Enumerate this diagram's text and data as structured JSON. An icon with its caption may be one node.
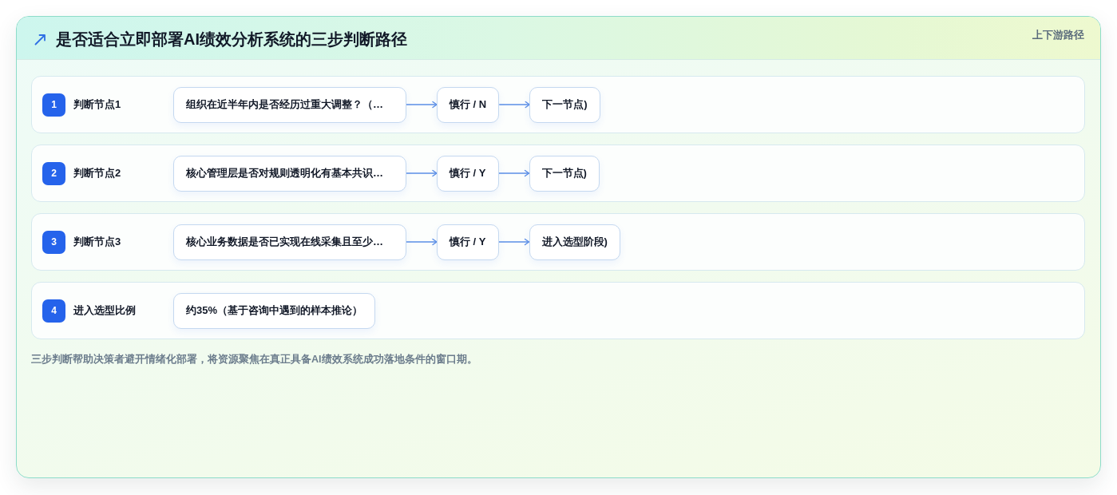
{
  "diagram": {
    "title": "是否适合立即部署AI绩效分析系统的三步判断路径",
    "caption": "三步判断帮助决策者避开情绪化部署，将资源聚焦在真正具备AI绩效系统成功落地条件的窗口期。",
    "nodes": [
      {
        "text": [
          "判断节点1"
        ]
      },
      {
        "text": [
          "1"
        ],
        "in": 0
      },
      {
        "text": [
          "组织在近半年内是否经历过重大调整？（…"
        ],
        "in": 0
      },
      {
        "text": [
          "慎行 / N"
        ],
        "in": 0
      },
      {
        "text": [
          "下一节点)"
        ],
        "in": 0
      },
      {
        "text": [
          "判断节点2"
        ]
      },
      {
        "text": [
          "2"
        ],
        "in": 5
      },
      {
        "text": [
          "核心管理层是否对规则透明化有基本共识…"
        ],
        "in": 5
      },
      {
        "text": [
          "慎行 / Y"
        ],
        "in": 5
      },
      {
        "text": [
          "下一节点)"
        ],
        "in": 5
      },
      {
        "text": [
          "判断节点3"
        ]
      },
      {
        "text": [
          "3"
        ],
        "in": 10
      },
      {
        "text": [
          "核心业务数据是否已实现在线采集且至少…"
        ],
        "in": 10
      },
      {
        "text": [
          "慎行 / Y"
        ],
        "in": 10
      },
      {
        "text": [
          "进入选型阶段)"
        ],
        "in": 10
      },
      {
        "text": [
          "进入选型比例"
        ]
      },
      {
        "text": [
          "4"
        ],
        "in": 15
      },
      {
        "text": [
          "约35%（基于咨询中遇到的样本推论）"
        ],
        "in": 15
      }
    ],
    "edges": [
      {
        "from": 2,
        "to": 3,
        "arrow": "to"
      },
      {
        "from": 3,
        "to": 4,
        "arrow": "to"
      },
      {
        "from": 7,
        "to": 8,
        "arrow": "to"
      },
      {
        "from": 8,
        "to": 9,
        "arrow": "to"
      },
      {
        "from": 12,
        "to": 13,
        "arrow": "to"
      },
      {
        "from": 13,
        "to": 14,
        "arrow": "to"
      }
    ],
    "labels": [
      "上下游路径"
    ]
  }
}
